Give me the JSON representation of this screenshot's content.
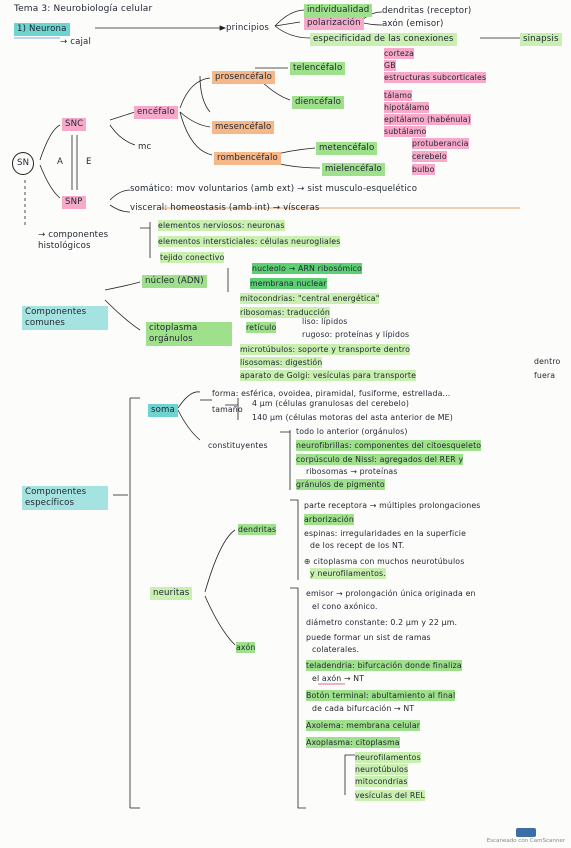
{
  "header": {
    "tema": "Tema 3: Neurobiología celular"
  },
  "neurona": {
    "label": "1) Neurona",
    "cajal": "→ cajal",
    "principios": "principios",
    "items": [
      "individualidad",
      "polarización",
      "especificidad de las conexiones"
    ],
    "dendritas_receptor": "dendritas (receptor)",
    "axon_emisor": "axón (emisor)",
    "sinapsis": "sinapsis"
  },
  "sn": {
    "sn": "SN",
    "snc": "SNC",
    "snp": "SNP",
    "a": "A",
    "e": "E",
    "encefalo": "encéfalo",
    "mc": "mc",
    "prosencefalo": "prosencéfalo",
    "mesencefalo": "mesencéfalo",
    "rombencefalo": "rombencéfalo",
    "telencefalo": "telencéfalo",
    "diencefalo": "diencéfalo",
    "metencefalo": "metencéfalo",
    "mielencefalo": "mielencéfalo",
    "tel_items": [
      "corteza",
      "GB",
      "estructuras subcorticales"
    ],
    "die_items": [
      "tálamo",
      "hipotálamo",
      "epitálamo (habénula)",
      "subtálamo"
    ],
    "met_items": [
      "protuberancia",
      "cerebelo"
    ],
    "bulbo": "bulbo",
    "somatico": "somático: mov voluntarios (amb ext) → sist musculo-esquelético",
    "visceral": "visceral: homeostasis (amb int) → vísceras"
  },
  "histo": {
    "label": "→ componentes histológicos",
    "items": [
      "elementos nerviosos: neuronas",
      "elementos intersticiales: células neurogliales",
      "tejido conectivo"
    ]
  },
  "comunes": {
    "label": "Componentes comunes",
    "nucleo": "núcleo (ADN)",
    "nucleolo": "nucleolo → ARN ribosómico",
    "membrana": "membrana nuclear",
    "citoplasma": "citoplasma orgánulos",
    "mito": "mitocondrias: \"central energética\"",
    "ribo": "ribosomas: traducción",
    "reticulo": "retículo",
    "liso": "liso: lípidos",
    "rugoso": "rugoso: proteínas y lípidos",
    "micro": "microtúbulos: soporte y transporte dentro",
    "liso_s": "lisosomas: digestión",
    "golgi": "aparato de Golgi: vesículas para transporte",
    "dentro": "dentro",
    "fuera": "fuera"
  },
  "especificos": {
    "label": "Componentes específicos",
    "soma": "soma",
    "forma": "forma: esférica, ovoidea, piramidal, fusiforme, estrellada...",
    "tamano": "tamaño",
    "t4": "4 µm (células granulosas del cerebelo)",
    "t140": "140 µm (células motoras del asta anterior de ME)",
    "constituyentes": "constituyentes",
    "todo": "todo lo anterior (orgánulos)",
    "neurofibrillas": "neurofibrillas: componentes del citoesqueleto",
    "nissl": "corpúsculo de Nissl: agregados del RER y",
    "nissl2": "ribosomas → proteínas",
    "granulos": "gránulos de pigmento",
    "neuritas": "neuritas",
    "dendritas": "dendritas",
    "d_items": [
      "parte receptora → múltiples prolongaciones",
      "arborización",
      "espinas: irregularidades en la superficie",
      "de los recept de los NT.",
      "⊕ citoplasma con muchos neurotúbulos",
      "y neurofilamentos."
    ],
    "axon": "axón",
    "a_items": [
      "emisor → prolongación única originada en",
      "el cono axónico.",
      "diámetro constante: 0.2 µm y 22 µm.",
      "puede formar un sist de ramas",
      "colaterales.",
      "teladendria: bifurcación donde finaliza",
      "el axón → NT",
      "Botón terminal: abultamiento al final",
      "de cada bifurcación → NT",
      "Axolema: membrana celular",
      "Axoplasma: citoplasma"
    ],
    "axo_items": [
      "neurofilamentos",
      "neurotúbulos",
      "mitocondrias",
      "vesículas del REL"
    ]
  },
  "stamp": "Escaneado con CamScanner"
}
